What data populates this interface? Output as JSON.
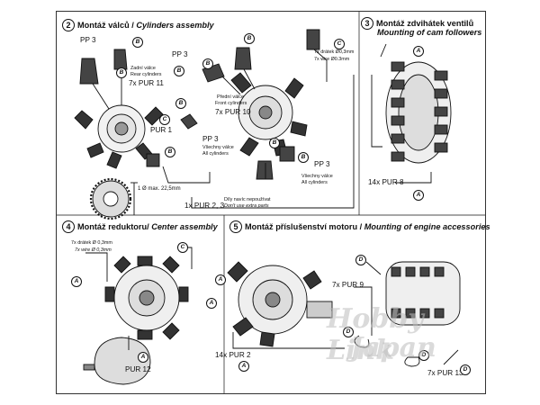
{
  "steps": {
    "s2": {
      "num": "2",
      "cz": "Montáž válců / ",
      "en": "Cylinders assembly"
    },
    "s3": {
      "num": "3",
      "cz": "Montáž zdvihátek ventilů",
      "en": "Mounting of cam followers"
    },
    "s4": {
      "num": "4",
      "cz": "Montáž reduktoru/ ",
      "en": "Center assembly"
    },
    "s5": {
      "num": "5",
      "cz": "Montáž příslušenství motoru / ",
      "en": "Mounting of engine accessories"
    }
  },
  "labels": {
    "pp3_a": "PP 3",
    "pp3_b": "PP 3",
    "pp3_c": "PP 3",
    "pp3_d": "PP 3",
    "rear_cz": "Zadní válce",
    "rear_en": "Rear cylinders",
    "pur11": "7x PUR 11",
    "front_cz": "Přední válce",
    "front_en": "Front cylinders",
    "pur10": "7x PUR 10",
    "pur1": "PUR 1",
    "all_cz_a": "Všechny válce",
    "all_en_a": "All cylinders",
    "all_cz_b": "Všechny válce",
    "all_en_b": "All cylinders",
    "wire_cz_a": "7x drátek Ø0,3mm",
    "wire_en_a": "7x wire Ø0.3mm",
    "wire_cz_b": "7x drátek Ø 0,3mm",
    "wire_en_b": "7x wire Ø 0,3mm",
    "pur8": "14x PUR 8",
    "dim": "1 Ø  max. 22,5mm",
    "pur23": "1x PUR 2, 3",
    "extra_cz": "Díly navíc nepoužívat",
    "extra_en": "Don't use extra parts",
    "pur12": "PUR 12",
    "pur9": "7x PUR 9",
    "pur2": "14x PUR 2",
    "pur13": "7x PUR 13"
  },
  "badges": {
    "B": "B",
    "C": "C",
    "A": "A",
    "D": "D"
  },
  "watermark": {
    "line1": "Hobby Link",
    "line2": "Japan"
  }
}
